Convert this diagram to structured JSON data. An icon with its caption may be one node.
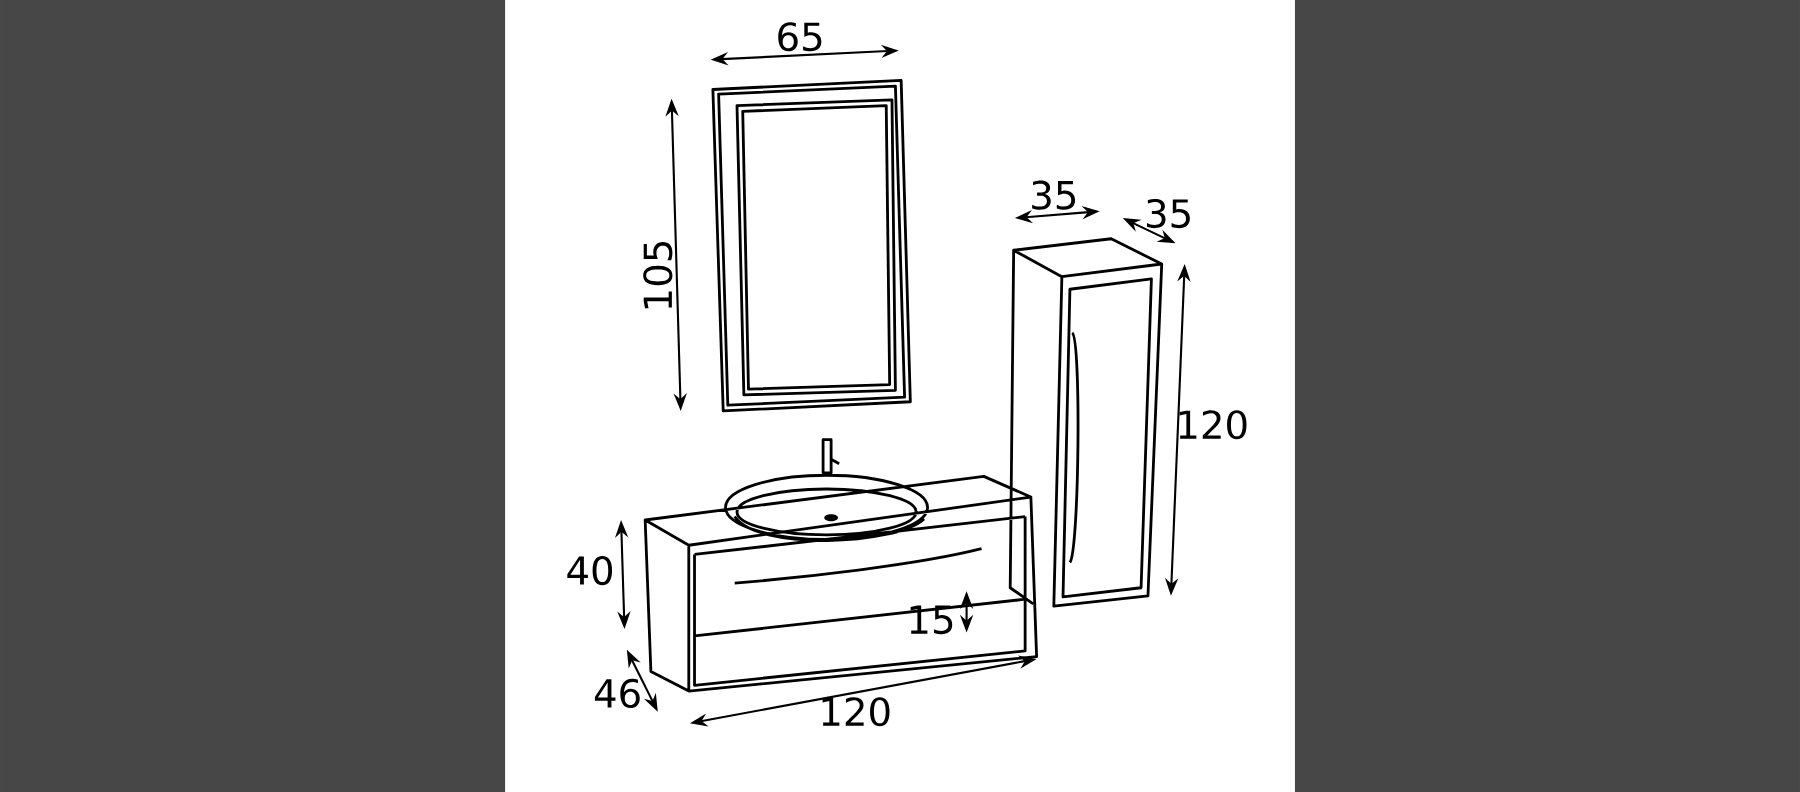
{
  "diagram": {
    "labels": [
      "65",
      "105",
      "35",
      "35",
      "120",
      "40",
      "15",
      "46",
      "120"
    ]
  }
}
